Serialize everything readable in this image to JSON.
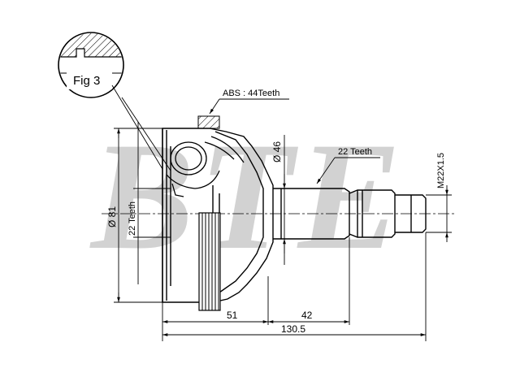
{
  "watermark": "BTE",
  "detail": {
    "label": "Fig 3"
  },
  "annotations": {
    "abs_teeth": "ABS : 44Teeth",
    "outer_spline": "22 Teeth",
    "inner_spline": "22 Teeth",
    "seal_diameter": "Ø 46",
    "outer_diameter": "Ø 81",
    "thread": "M22X1.5"
  },
  "dimensions": {
    "bell_length": "51",
    "shaft_length": "42",
    "overall_length": "130.5"
  }
}
